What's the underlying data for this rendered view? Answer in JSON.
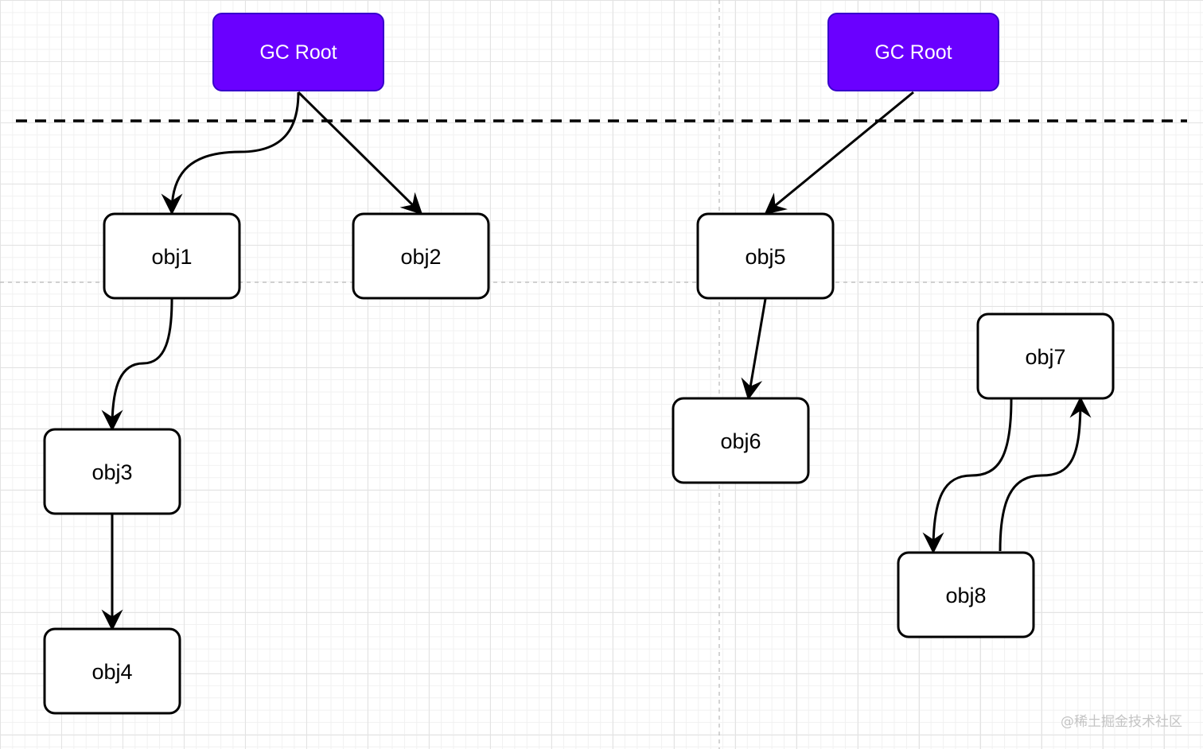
{
  "colors": {
    "root_fill": "#6a00ff",
    "root_stroke": "#3700cc",
    "root_text": "#ffffff",
    "node_fill": "#ffffff",
    "node_stroke": "#000000"
  },
  "nodes": {
    "root_left": "GC Root",
    "root_right": "GC Root",
    "obj1": "obj1",
    "obj2": "obj2",
    "obj3": "obj3",
    "obj4": "obj4",
    "obj5": "obj5",
    "obj6": "obj6",
    "obj7": "obj7",
    "obj8": "obj8"
  },
  "edges": [
    {
      "from": "root_left",
      "to": "obj1"
    },
    {
      "from": "root_left",
      "to": "obj2"
    },
    {
      "from": "obj1",
      "to": "obj3"
    },
    {
      "from": "obj3",
      "to": "obj4"
    },
    {
      "from": "root_right",
      "to": "obj5"
    },
    {
      "from": "obj5",
      "to": "obj6"
    },
    {
      "from": "obj7",
      "to": "obj8"
    },
    {
      "from": "obj8",
      "to": "obj7"
    }
  ],
  "watermark": "@稀土掘金技术社区"
}
